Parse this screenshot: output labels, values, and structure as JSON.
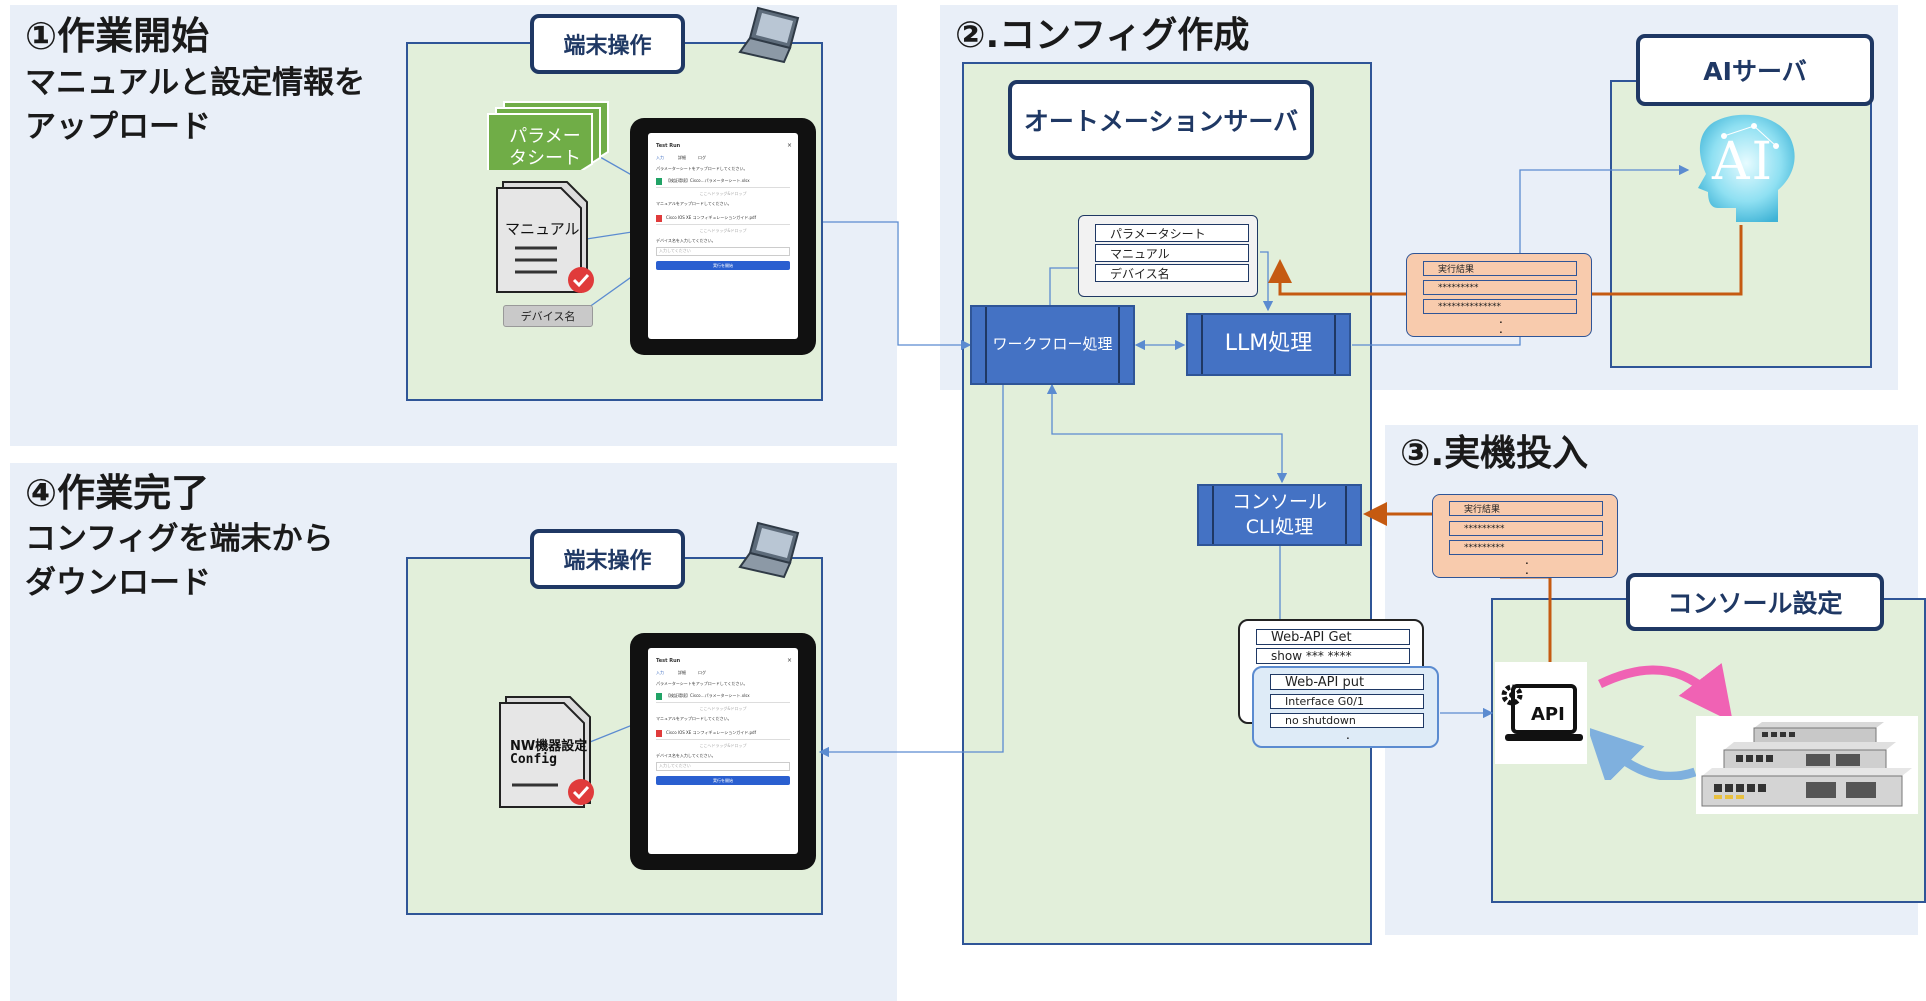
{
  "step1": {
    "title": "①作業開始",
    "subtitle_line1": "マニュアルと設定情報を",
    "subtitle_line2": "アップロード"
  },
  "step2": {
    "title": "②.コンフィグ作成"
  },
  "step3": {
    "title": "③.実機投入"
  },
  "step4": {
    "title": "④作業完了",
    "subtitle_line1": "コンフィグを端末から",
    "subtitle_line2": "ダウンロード"
  },
  "terminal_label": "端末操作",
  "ai_server_label": "AIサーバ",
  "ai_text": "AI",
  "automation_server_label": "オートメーションサーバ",
  "console_settings_label": "コンソール設定",
  "docs": {
    "param_sheet_line1": "パラメー",
    "param_sheet_line2": "タシート",
    "manual": "マニュアル",
    "device_name": "デバイス名"
  },
  "config_doc": {
    "line1": "NW機器設定",
    "line2": "Config"
  },
  "input_fields": [
    "パラメータシート",
    "マニュアル",
    "デバイス名"
  ],
  "exec_result_ai": {
    "label": "実行結果",
    "rows": [
      "*********",
      "**************"
    ],
    "dot": "."
  },
  "exec_result_console": {
    "label": "実行結果",
    "rows": [
      "*********",
      "*********"
    ],
    "dot": "."
  },
  "workflow_label": "ワークフロー処理",
  "llm_label": "LLM処理",
  "console_cli": {
    "line1": "コンソール",
    "line2": "CLI処理"
  },
  "web_api_get": {
    "label": "Web-API Get",
    "cmd": "show *** ****"
  },
  "web_api_put": {
    "label": "Web-API put",
    "cmd1": "Interface G0/1",
    "cmd2": "no shutdown",
    "dot": "."
  },
  "api_label": "API",
  "tablet_form": {
    "title": "Test Run",
    "tabs": [
      "入力",
      "詳細",
      "ログ"
    ],
    "param_prompt": "パラメーターシートをアップロードしてください。",
    "file1": "【検証環境】Cisco…パラメーターシート.xlsx",
    "drop_hint": "ここへドラッグ&ドロップ",
    "manual_prompt": "マニュアルをアップロードしてください。",
    "file2": "Cisco IOS XE コンフィギュレーションガイド.pdf",
    "device_prompt": "デバイス名を入力してください。",
    "device_placeholder": "入力してください",
    "run_button": "実行を開始"
  },
  "colors": {
    "panel": "#e9eff8",
    "green": "#e2efda",
    "navy": "#1f3864",
    "blue": "#4472c4",
    "orange": "#f8cbad",
    "orange_arrow": "#c55a11",
    "pink_arrow": "#f062b4",
    "lightblue_arrow": "#7fb0de"
  },
  "icons": [
    "laptop-icon",
    "check-icon",
    "gear-icon",
    "ai-head-icon",
    "router-icon"
  ]
}
